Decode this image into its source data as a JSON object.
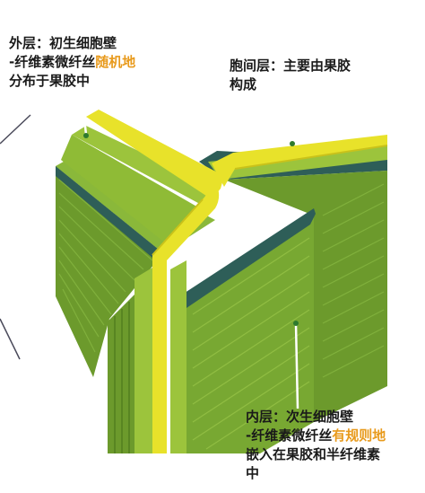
{
  "labels": {
    "outer": {
      "line1": "外层：初生细胞壁",
      "line2_pre": "-纤维素微纤丝",
      "line2_hl": "随机地",
      "line3": "分布于果胶中"
    },
    "middle": {
      "line1": "胞间层：主要由果胶",
      "line2": "构成"
    },
    "inner": {
      "line1": "内层：次生细胞壁",
      "line2_pre": "-纤维素微纤丝",
      "line2_hl": "有规则地",
      "line3": "嵌入在果胶和半纤维素",
      "line4": "中"
    }
  },
  "colors": {
    "highlight": "#e89a1c",
    "middle_lamella": "#e8e22a",
    "primary_wall": "#9cc43c",
    "secondary_wall": "#6c9a2c",
    "dark_layer": "#2e5e58",
    "marker": "#2e7a2e"
  }
}
